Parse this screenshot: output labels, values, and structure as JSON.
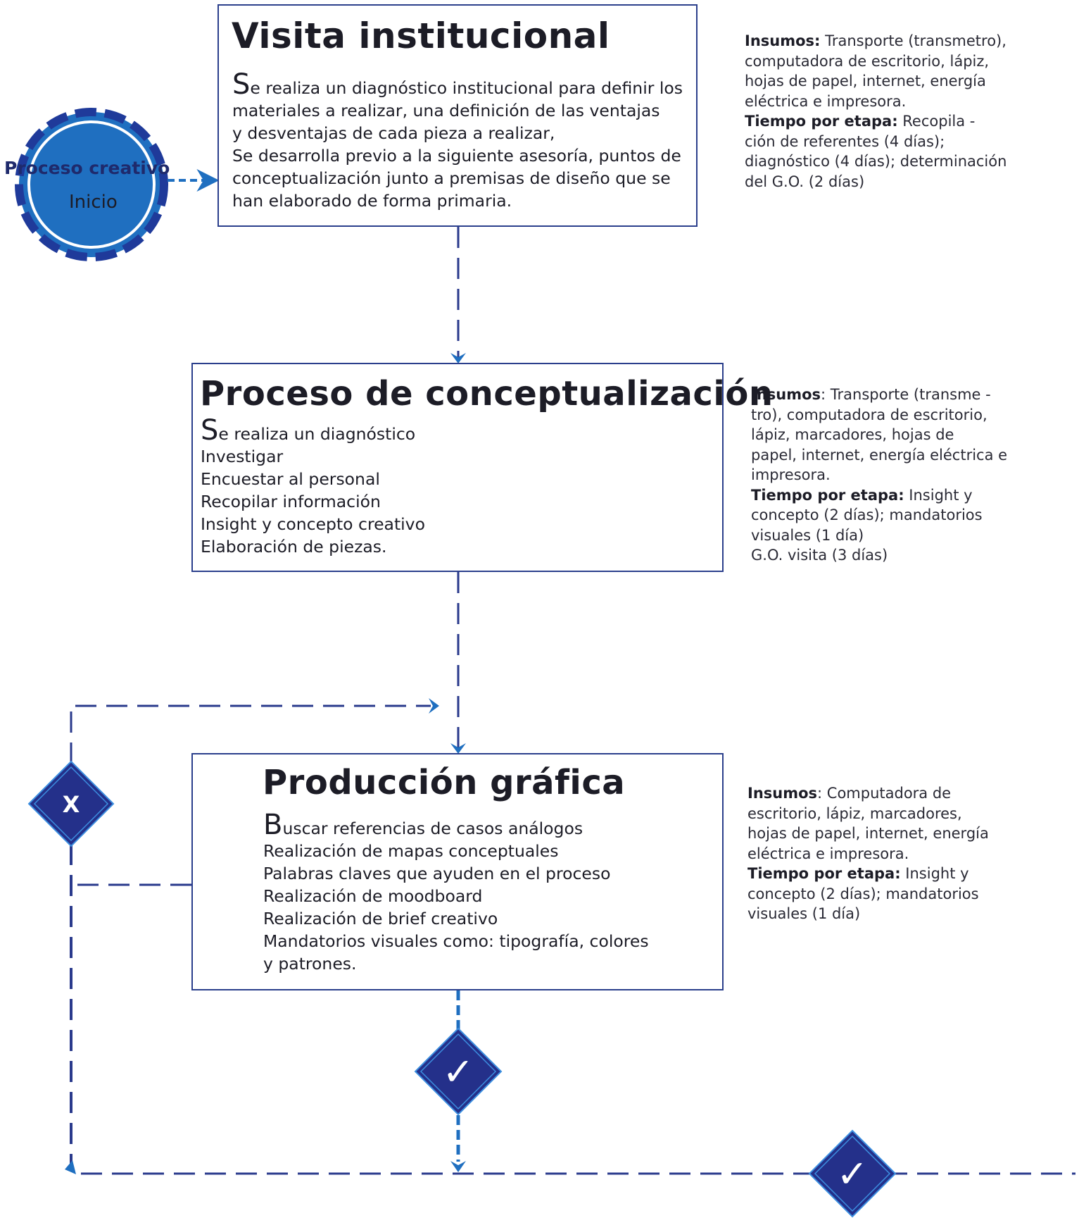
{
  "start": {
    "title": "Proceso creativo",
    "subtitle": "Inicio"
  },
  "stages": [
    {
      "title": "Visita institucional",
      "lines": [
        "Se realiza un diagnóstico institucional para definir los",
        "materiales a realizar, una definición de las ventajas",
        "y desventajas de cada pieza a realizar,",
        "Se desarrolla previo a la siguiente asesoría, puntos de",
        "conceptualización junto a premisas de diseño que se",
        "han elaborado de forma primaria."
      ]
    },
    {
      "title": "Proceso de conceptualización",
      "lines": [
        "Se realiza un diagnóstico",
        "Investigar",
        "Encuestar al personal",
        "Recopilar información",
        "Insight y concepto creativo",
        "Elaboración de piezas."
      ]
    },
    {
      "title": "Producción gráfica",
      "lines": [
        "Buscar referencias de casos análogos",
        "Realización de mapas conceptuales",
        "Palabras claves que ayuden en el proceso",
        "Realización de moodboard",
        "Realización de brief creativo",
        "Mandatorios visuales como: tipografía, colores",
        "y patrones."
      ]
    }
  ],
  "notes": [
    [
      [
        {
          "b": "Insumos:"
        },
        {
          "t": " Transporte (transmetro),"
        }
      ],
      [
        {
          "t": "computadora de escritorio, lápiz,"
        }
      ],
      [
        {
          "t": "hojas de papel, internet, energía"
        }
      ],
      [
        {
          "t": "eléctrica e impresora."
        }
      ],
      [
        {
          "b": "Tiempo por etapa:"
        },
        {
          "t": " Recopila    -"
        }
      ],
      [
        {
          "t": "ción de referentes (4 días);"
        }
      ],
      [
        {
          "t": "diagnóstico (4 días); determinación"
        }
      ],
      [
        {
          "t": "del G.O. (2 días)"
        }
      ]
    ],
    [
      [
        {
          "b": "Insumos"
        },
        {
          "t": ": Transporte (transme    -"
        }
      ],
      [
        {
          "t": "tro), computadora de escritorio,"
        }
      ],
      [
        {
          "t": "lápiz, marcadores, hojas de"
        }
      ],
      [
        {
          "t": "papel, internet, energía eléctrica e"
        }
      ],
      [
        {
          "t": "impresora."
        }
      ],
      [
        {
          "b": "Tiempo por etapa:"
        },
        {
          "t": " Insight y"
        }
      ],
      [
        {
          "t": "concepto (2 días); mandatorios"
        }
      ],
      [
        {
          "t": "visuales (1 día)"
        }
      ],
      [
        {
          "t": "G.O. visita (3 días)"
        }
      ]
    ],
    [
      [
        {
          "b": "Insumos"
        },
        {
          "t": ": Computadora de"
        }
      ],
      [
        {
          "t": "escritorio, lápiz, marcadores,"
        }
      ],
      [
        {
          "t": "hojas de papel, internet, energía"
        }
      ],
      [
        {
          "t": "eléctrica e impresora."
        }
      ],
      [
        {
          "b": "Tiempo por etapa:"
        },
        {
          "t": " Insight y"
        }
      ],
      [
        {
          "t": "concepto (2 días); mandatorios"
        }
      ],
      [
        {
          "t": "visuales (1 día)"
        }
      ]
    ]
  ],
  "decisions": {
    "reject_symbol": "X",
    "approve_symbol": "✓"
  },
  "colors": {
    "border": "#2b3f8c",
    "connector": "#2a3a8c",
    "arrow": "#1f6fc0",
    "circle_fill": "#1f6fc0",
    "circle_ring": "#1f3a9a",
    "diamond_fill": "#24308a",
    "diamond_edge": "#3c8fe0"
  }
}
